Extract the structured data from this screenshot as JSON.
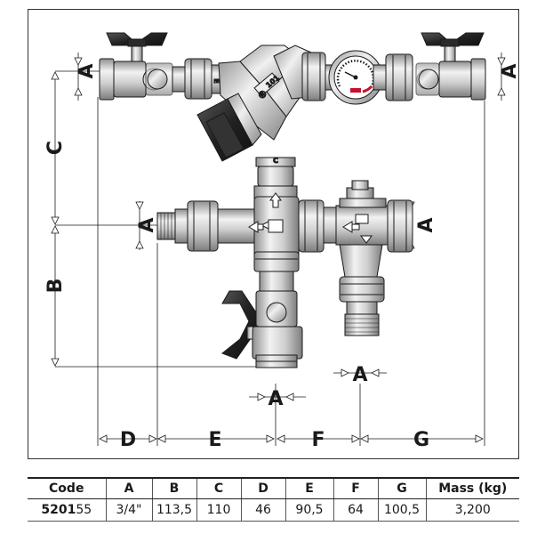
{
  "diagram": {
    "dimension_labels": {
      "A_top_left": "A",
      "A_top_right": "A",
      "A_mid_left": "A",
      "A_mid_right": "A",
      "A_bottom_center": "A",
      "A_bottom_right": "A",
      "B": "B",
      "C": "C",
      "D": "D",
      "E": "E",
      "F": "F",
      "G": "G"
    },
    "valve_marks": {
      "brand_mark": "Ⓡ",
      "body_mark": "101"
    }
  },
  "table": {
    "headers": [
      "Code",
      "A",
      "B",
      "C",
      "D",
      "E",
      "F",
      "G",
      "Mass (kg)"
    ],
    "rows": [
      {
        "code_prefix": "5201",
        "code_suffix": "55",
        "A": "3/4\"",
        "B": "113,5",
        "C": "110",
        "D": "46",
        "E": "90,5",
        "F": "64",
        "G": "100,5",
        "mass": "3,200"
      }
    ]
  },
  "colors": {
    "line": "#1a1a1a",
    "metal_light": "#e6e6e6",
    "metal_mid": "#b9b9b9",
    "metal_dark": "#7a7a7a",
    "handle": "#1c1c1c",
    "gauge_red": "#c8102e"
  }
}
